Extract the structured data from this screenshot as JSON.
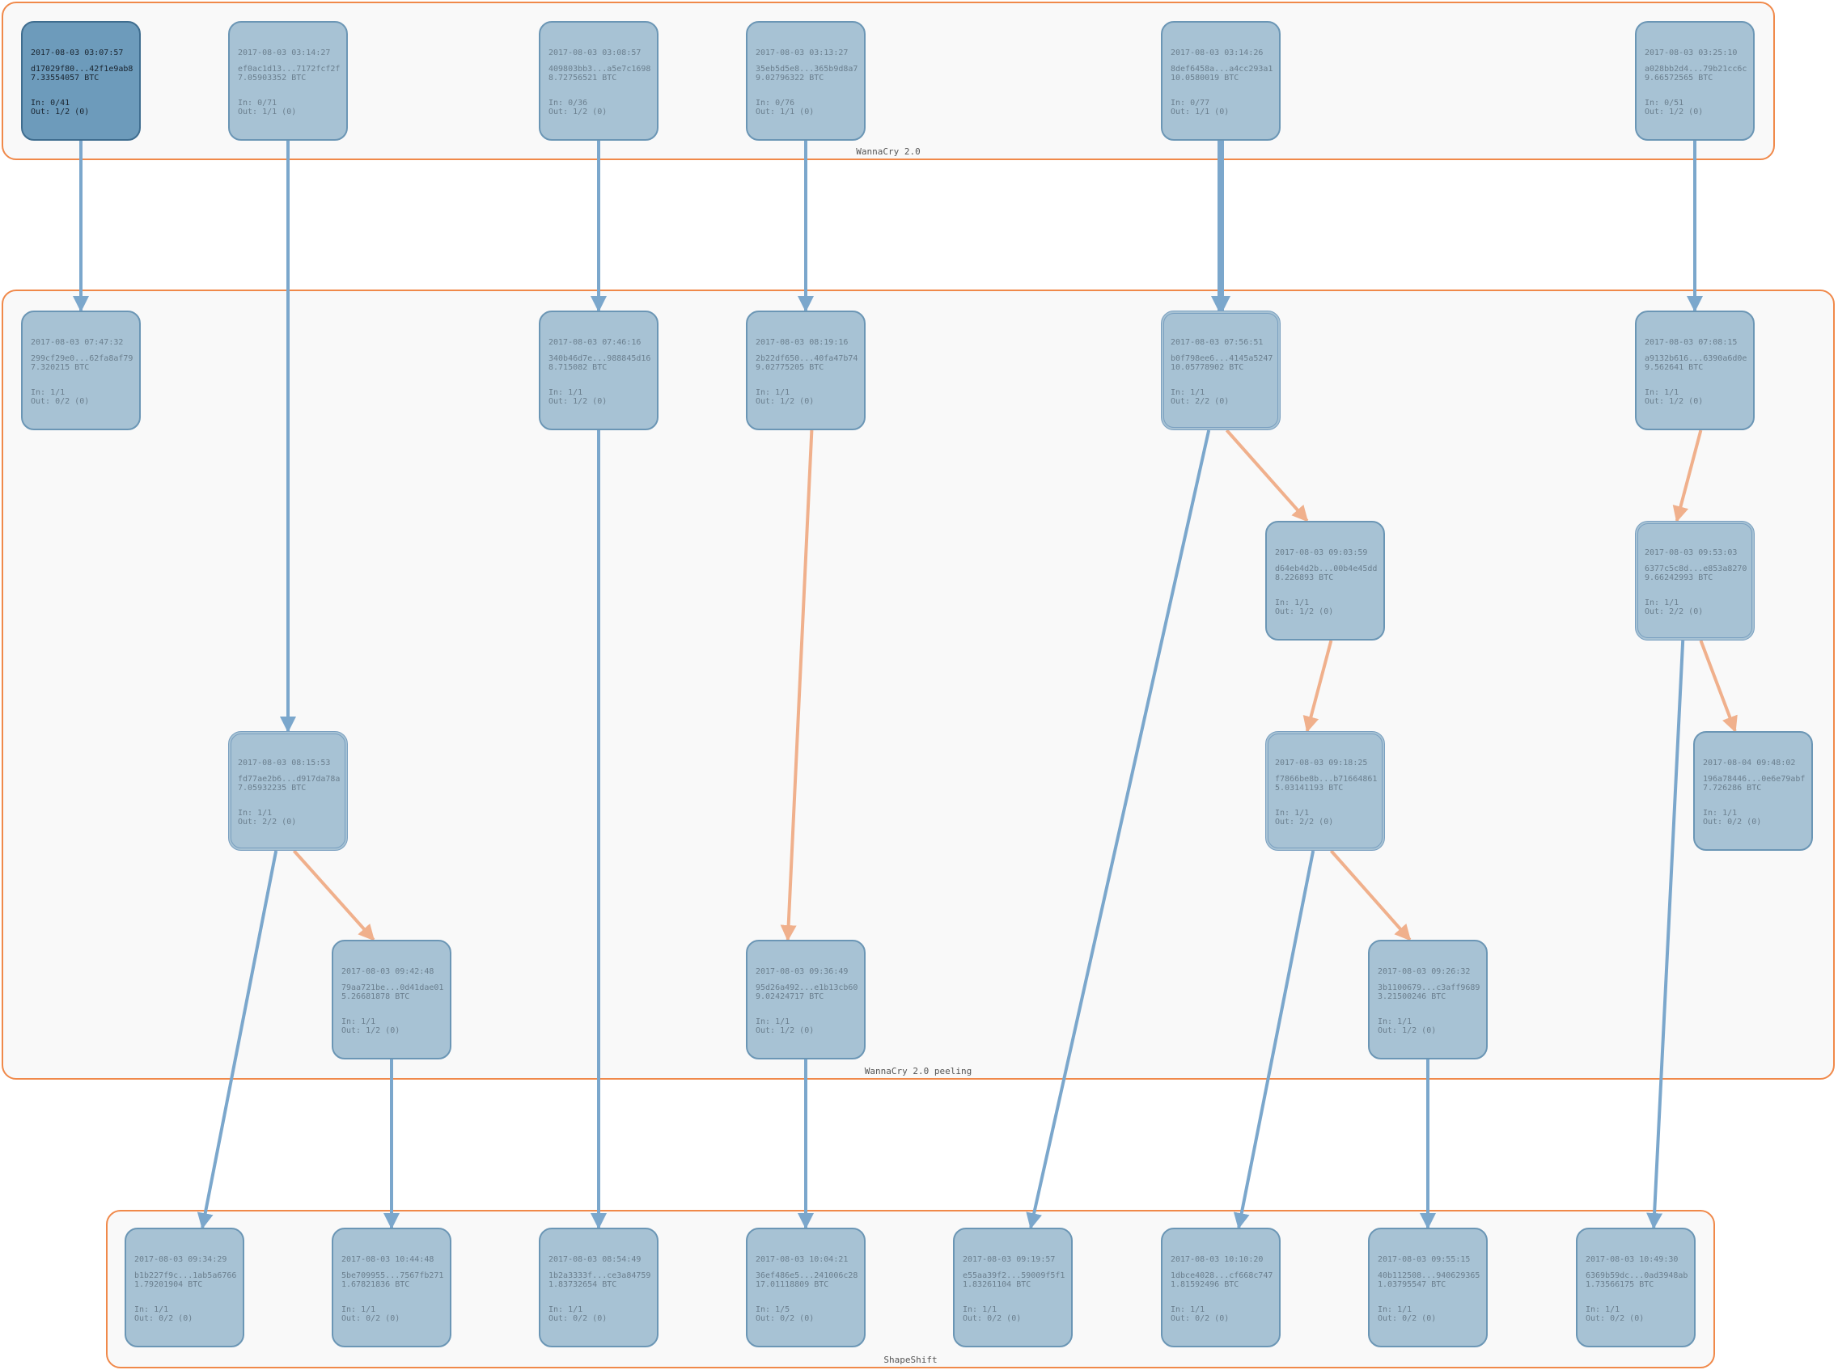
{
  "clusters": [
    {
      "id": "c1",
      "label": "WannaCry 2.0"
    },
    {
      "id": "c2",
      "label": "WannaCry 2.0 peeling"
    },
    {
      "id": "c3",
      "label": "ShapeShift"
    }
  ],
  "nodes": [
    {
      "id": "n1",
      "time": "2017-08-03 03:07:57",
      "hash": "d17029f80...42f1e9ab8",
      "amount": "7.33554057 BTC",
      "in": "In: 0/41",
      "out": "Out: 1/2 (0)"
    },
    {
      "id": "n2",
      "time": "2017-08-03 03:14:27",
      "hash": "ef0ac1d13...7172fcf2f",
      "amount": "7.05903352 BTC",
      "in": "In: 0/71",
      "out": "Out: 1/1 (0)"
    },
    {
      "id": "n3",
      "time": "2017-08-03 03:08:57",
      "hash": "409803bb3...a5e7c1698",
      "amount": "8.72756521 BTC",
      "in": "In: 0/36",
      "out": "Out: 1/2 (0)"
    },
    {
      "id": "n4",
      "time": "2017-08-03 03:13:27",
      "hash": "35eb5d5e8...365b9d8a7",
      "amount": "9.02796322 BTC",
      "in": "In: 0/76",
      "out": "Out: 1/1 (0)"
    },
    {
      "id": "n5",
      "time": "2017-08-03 03:14:26",
      "hash": "8def6458a...a4cc293a1",
      "amount": "10.0580019 BTC",
      "in": "In: 0/77",
      "out": "Out: 1/1 (0)"
    },
    {
      "id": "n6",
      "time": "2017-08-03 03:25:10",
      "hash": "a028bb2d4...79b21cc6c",
      "amount": "9.66572565 BTC",
      "in": "In: 0/51",
      "out": "Out: 1/2 (0)"
    },
    {
      "id": "n7",
      "time": "2017-08-03 07:47:32",
      "hash": "299cf29e0...62fa8af79",
      "amount": "7.320215 BTC",
      "in": "In: 1/1",
      "out": "Out: 0/2 (0)"
    },
    {
      "id": "n8",
      "time": "2017-08-03 07:46:16",
      "hash": "340b46d7e...988845d16",
      "amount": "8.715082 BTC",
      "in": "In: 1/1",
      "out": "Out: 1/2 (0)"
    },
    {
      "id": "n9",
      "time": "2017-08-03 08:19:16",
      "hash": "2b22df650...40fa47b74",
      "amount": "9.02775205 BTC",
      "in": "In: 1/1",
      "out": "Out: 1/2 (0)"
    },
    {
      "id": "n10",
      "time": "2017-08-03 07:56:51",
      "hash": "b0f798ee6...4145a5247",
      "amount": "10.05778902 BTC",
      "in": "In: 1/1",
      "out": "Out: 2/2 (0)"
    },
    {
      "id": "n11",
      "time": "2017-08-03 07:08:15",
      "hash": "a9132b616...6390a6d0e",
      "amount": "9.562641 BTC",
      "in": "In: 1/1",
      "out": "Out: 1/2 (0)"
    },
    {
      "id": "n12",
      "time": "2017-08-03 09:03:59",
      "hash": "d64eb4d2b...00b4e45dd",
      "amount": "8.226893 BTC",
      "in": "In: 1/1",
      "out": "Out: 1/2 (0)"
    },
    {
      "id": "n13",
      "time": "2017-08-03 09:53:03",
      "hash": "6377c5c8d...e853a8270",
      "amount": "9.66242993 BTC",
      "in": "In: 1/1",
      "out": "Out: 2/2 (0)"
    },
    {
      "id": "n14",
      "time": "2017-08-03 08:15:53",
      "hash": "fd77ae2b6...d917da78a",
      "amount": "7.05932235 BTC",
      "in": "In: 1/1",
      "out": "Out: 2/2 (0)"
    },
    {
      "id": "n15",
      "time": "2017-08-03 09:18:25",
      "hash": "f7866be8b...b71664861",
      "amount": "5.03141193 BTC",
      "in": "In: 1/1",
      "out": "Out: 2/2 (0)"
    },
    {
      "id": "n16",
      "time": "2017-08-04 09:48:02",
      "hash": "196a78446...0e6e79abf",
      "amount": "7.726286 BTC",
      "in": "In: 1/1",
      "out": "Out: 0/2 (0)"
    },
    {
      "id": "n17",
      "time": "2017-08-03 09:42:48",
      "hash": "79aa721be...0d41dae01",
      "amount": "5.26681878 BTC",
      "in": "In: 1/1",
      "out": "Out: 1/2 (0)"
    },
    {
      "id": "n18",
      "time": "2017-08-03 09:36:49",
      "hash": "95d26a492...e1b13cb60",
      "amount": "9.02424717 BTC",
      "in": "In: 1/1",
      "out": "Out: 1/2 (0)"
    },
    {
      "id": "n19",
      "time": "2017-08-03 09:26:32",
      "hash": "3b1100679...c3aff9689",
      "amount": "3.21500246 BTC",
      "in": "In: 1/1",
      "out": "Out: 1/2 (0)"
    },
    {
      "id": "n20",
      "time": "2017-08-03 09:34:29",
      "hash": "b1b227f9c...1ab5a6766",
      "amount": "1.79201904 BTC",
      "in": "In: 1/1",
      "out": "Out: 0/2 (0)"
    },
    {
      "id": "n21",
      "time": "2017-08-03 10:44:48",
      "hash": "5be709955...7567fb271",
      "amount": "1.67821836 BTC",
      "in": "In: 1/1",
      "out": "Out: 0/2 (0)"
    },
    {
      "id": "n22",
      "time": "2017-08-03 08:54:49",
      "hash": "1b2a3333f...ce3a84759",
      "amount": "1.83732654 BTC",
      "in": "In: 1/1",
      "out": "Out: 0/2 (0)"
    },
    {
      "id": "n23",
      "time": "2017-08-03 10:04:21",
      "hash": "36ef486e5...241006c28",
      "amount": "17.01118809 BTC",
      "in": "In: 1/5",
      "out": "Out: 0/2 (0)"
    },
    {
      "id": "n24",
      "time": "2017-08-03 09:19:57",
      "hash": "e55aa39f2...59009f5f1",
      "amount": "1.83261104 BTC",
      "in": "In: 1/1",
      "out": "Out: 0/2 (0)"
    },
    {
      "id": "n25",
      "time": "2017-08-03 10:10:20",
      "hash": "1dbce4028...cf668c747",
      "amount": "1.81592496 BTC",
      "in": "In: 1/1",
      "out": "Out: 0/2 (0)"
    },
    {
      "id": "n26",
      "time": "2017-08-03 09:55:15",
      "hash": "40b112508...940629365",
      "amount": "1.03795547 BTC",
      "in": "In: 1/1",
      "out": "Out: 0/2 (0)"
    },
    {
      "id": "n27",
      "time": "2017-08-03 10:49:30",
      "hash": "6369b59dc...0ad3948ab",
      "amount": "1.73566175 BTC",
      "in": "In: 1/1",
      "out": "Out: 0/2 (0)"
    }
  ],
  "edges": [
    {
      "from": "n1",
      "to": "n7",
      "kind": "blue"
    },
    {
      "from": "n2",
      "to": "n14",
      "kind": "blue"
    },
    {
      "from": "n3",
      "to": "n8",
      "kind": "blue"
    },
    {
      "from": "n4",
      "to": "n9",
      "kind": "blue"
    },
    {
      "from": "n5",
      "to": "n10",
      "kind": "blue-double"
    },
    {
      "from": "n6",
      "to": "n11",
      "kind": "blue"
    },
    {
      "from": "n10",
      "to": "n12",
      "kind": "orange"
    },
    {
      "from": "n11",
      "to": "n13",
      "kind": "orange"
    },
    {
      "from": "n12",
      "to": "n15",
      "kind": "orange"
    },
    {
      "from": "n13",
      "to": "n16",
      "kind": "orange"
    },
    {
      "from": "n14",
      "to": "n17",
      "kind": "orange"
    },
    {
      "from": "n9",
      "to": "n18",
      "kind": "orange"
    },
    {
      "from": "n15",
      "to": "n19",
      "kind": "orange"
    },
    {
      "from": "n14",
      "to": "n20",
      "kind": "blue"
    },
    {
      "from": "n17",
      "to": "n21",
      "kind": "blue"
    },
    {
      "from": "n8",
      "to": "n22",
      "kind": "blue"
    },
    {
      "from": "n18",
      "to": "n23",
      "kind": "blue"
    },
    {
      "from": "n10",
      "to": "n24",
      "kind": "blue"
    },
    {
      "from": "n15",
      "to": "n25",
      "kind": "blue"
    },
    {
      "from": "n19",
      "to": "n26",
      "kind": "blue"
    },
    {
      "from": "n13",
      "to": "n27",
      "kind": "blue"
    }
  ],
  "colors": {
    "blue_edge": "#7ba7cc",
    "orange_edge": "#f0b08c",
    "cluster_border": "#f0894a",
    "node_fill": "#a7c2d4",
    "node_border": "#6b96b5",
    "selected_fill": "#6d9bbb"
  }
}
